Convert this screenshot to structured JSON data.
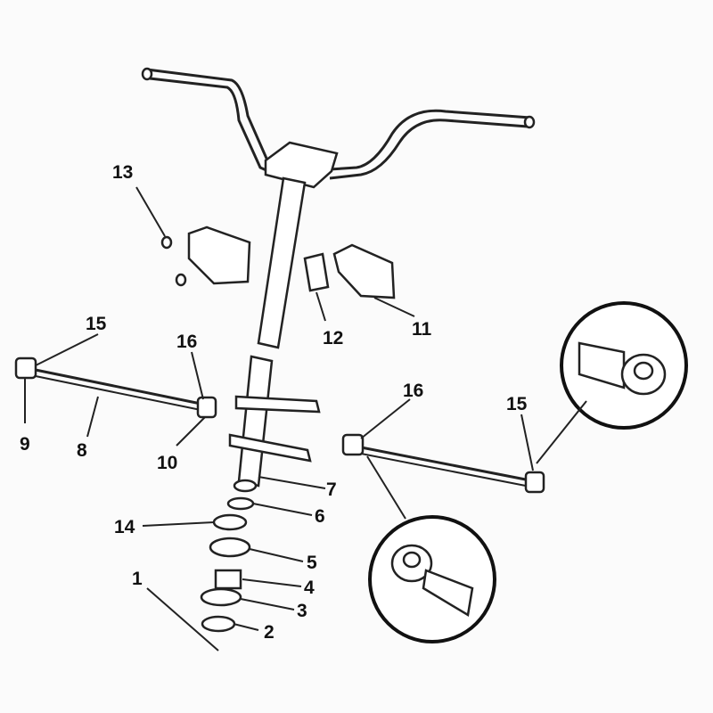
{
  "diagram": {
    "type": "exploded parts diagram - steering assembly",
    "callouts": {
      "c1": "1",
      "c2": "2",
      "c3": "3",
      "c4": "4",
      "c5": "5",
      "c6": "6",
      "c7": "7",
      "c8": "8",
      "c9": "9",
      "c10": "10",
      "c11": "11",
      "c12": "12",
      "c13": "13",
      "c14": "14",
      "c15_left": "15",
      "c16_left": "16",
      "c15_right": "15",
      "c16_right": "16"
    }
  }
}
